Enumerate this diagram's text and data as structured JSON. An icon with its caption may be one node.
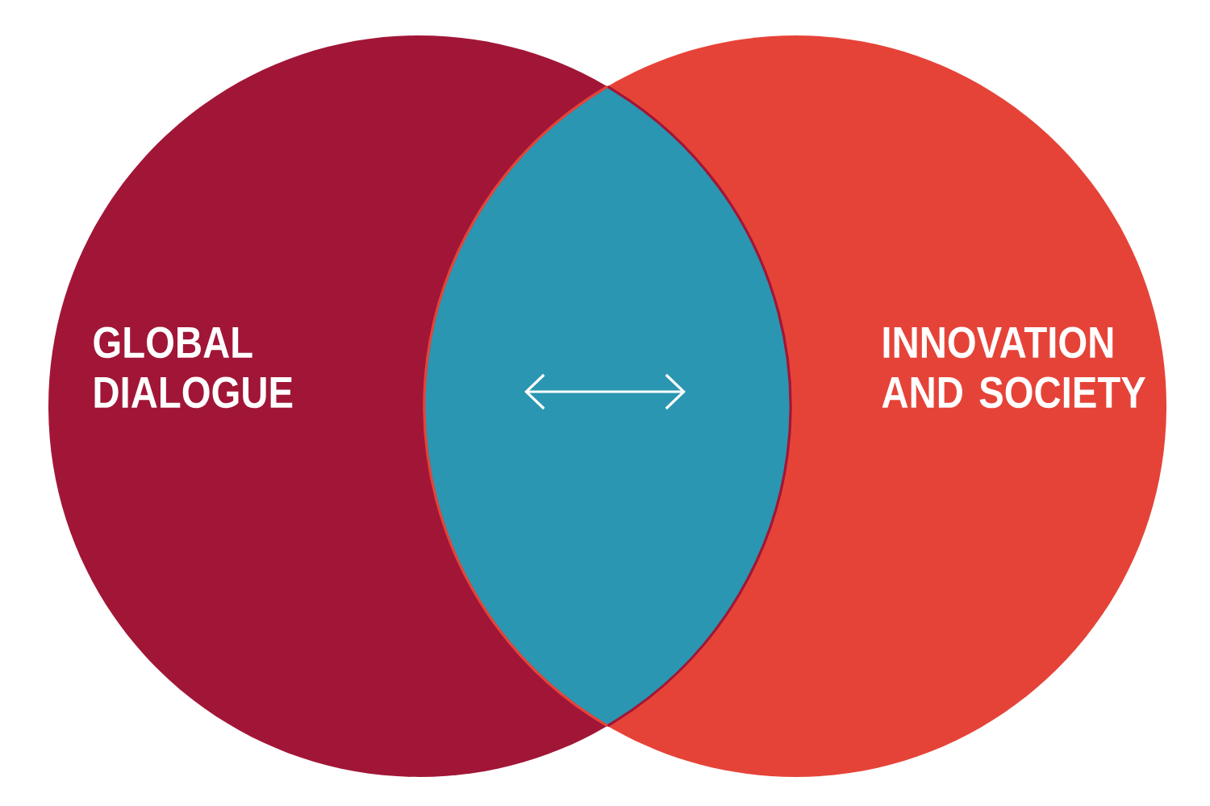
{
  "diagram": {
    "nodes": [
      {
        "text": [
          "GLOBAL DIALOGUE"
        ]
      },
      {
        "text": [
          "INNOVATION AND SOCIETY"
        ]
      }
    ],
    "edges": [
      {
        "from": 0,
        "to": 1,
        "arrow": "both"
      }
    ]
  }
}
